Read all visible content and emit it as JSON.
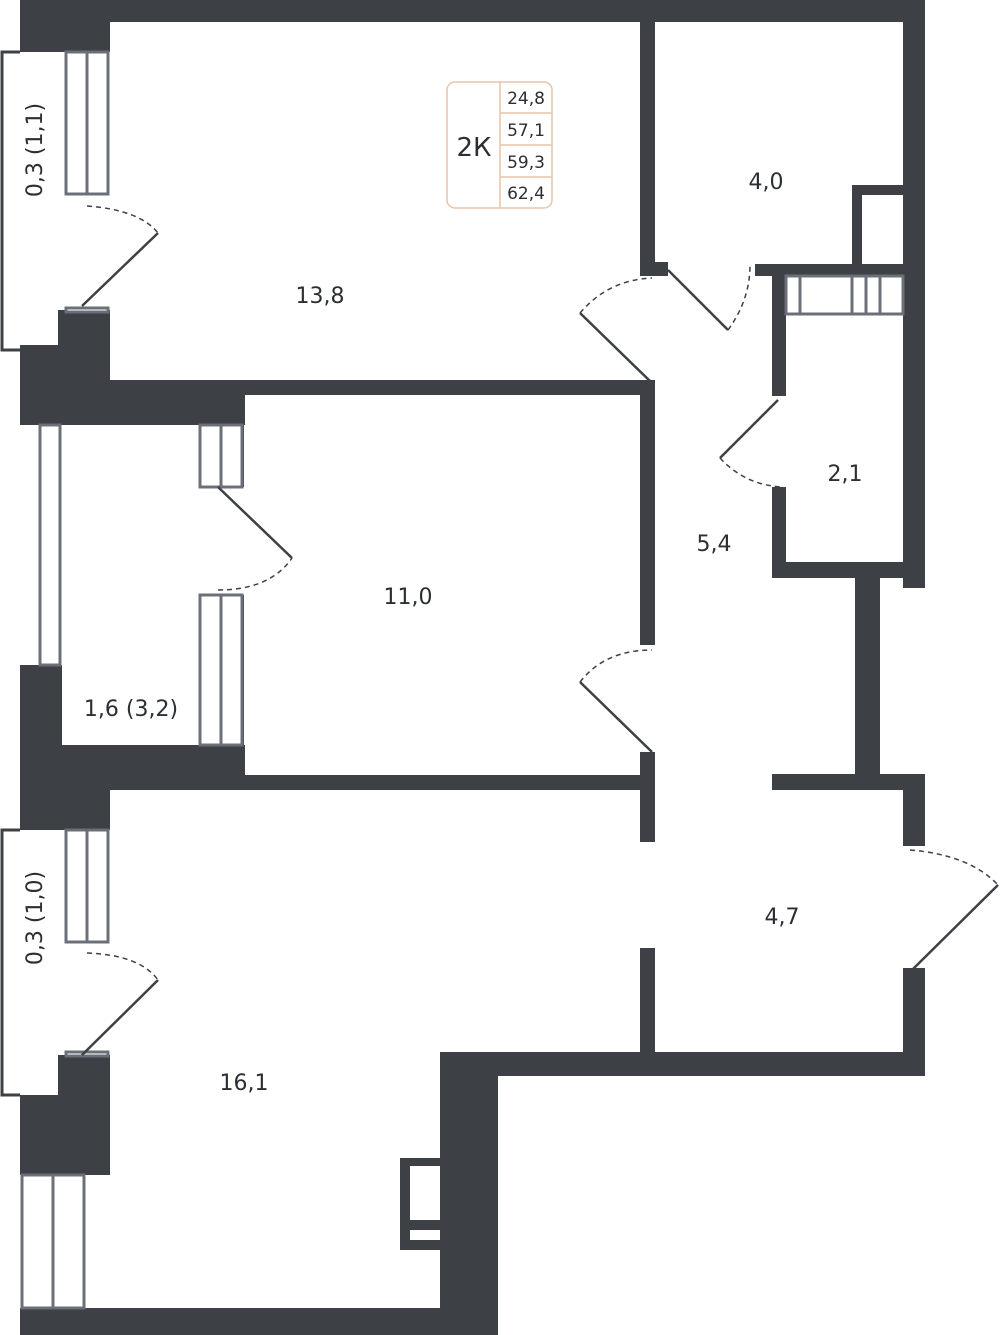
{
  "plan": {
    "type_label": "2К",
    "summary_values": [
      "24,8",
      "57,1",
      "59,3",
      "62,4"
    ],
    "rooms": [
      {
        "id": "room-13-8",
        "label": "13,8"
      },
      {
        "id": "room-4-0",
        "label": "4,0"
      },
      {
        "id": "room-11-0",
        "label": "11,0"
      },
      {
        "id": "room-2-1",
        "label": "2,1"
      },
      {
        "id": "room-5-4",
        "label": "5,4"
      },
      {
        "id": "room-1-6",
        "label": "1,6 (3,2)"
      },
      {
        "id": "room-4-7",
        "label": "4,7"
      },
      {
        "id": "room-16-1",
        "label": "16,1"
      },
      {
        "id": "balcony-top",
        "label": "0,3 (1,1)"
      },
      {
        "id": "balcony-bottom",
        "label": "0,3 (1,0)"
      }
    ]
  },
  "colors": {
    "wall": "#3d4045",
    "window_frame": "#6b7078",
    "info_border": "#e6c4aa"
  }
}
